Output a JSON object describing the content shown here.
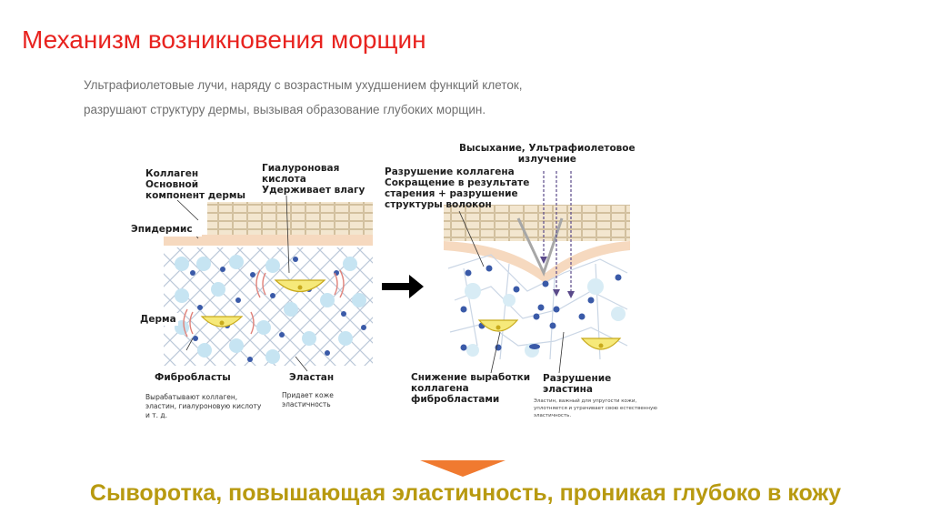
{
  "title": "Механизм возникновения морщин",
  "subtitle": {
    "line1": "Ультрафиолетовые лучи, наряду с возрастным ухудшением функций клеток,",
    "line2": "разрушают структуру дермы, вызывая образование глубоких морщин."
  },
  "left_panel": {
    "collagen": "Коллаген\nОсновной\nкомпонент дермы",
    "hyaluronic": "Гиалуроновая\nкислота\nУдерживает влагу",
    "epidermis": "Эпидермис",
    "dermis": "Дерма",
    "fibroblasts": "Фибробласты",
    "fibroblasts_desc": "Вырабатывают коллаген,\nэластин, гиалуроновую кислоту\nи т. д.",
    "elastan": "Эластан",
    "elastan_desc": "Придает коже\nэластичность"
  },
  "right_panel": {
    "dryness_uv": "Высыхание, Ультрафиолетовое\nизлучение",
    "collagen_destruction": "Разрушение коллагена\nСокращение в результате\nстарения + разрушение\nструктуры волокон",
    "reduced_production": "Снижение выработки\nколлагена\nфибробластами",
    "elastin_destruction": "Разрушение\nэластина",
    "elastin_desc": "Эластин, важный для упругости кожи,\nуплотняется и утрачивает свою естественную\nэластичность."
  },
  "conclusion": "Сыворотка, повышающая эластичность, проникая глубоко в кожу",
  "colors": {
    "title": "#e8231f",
    "conclusion": "#b89a10",
    "arrow_orange": "#f07a30",
    "dot_blue": "#3a5aa8",
    "cell_light_blue": "#c6e4f2",
    "fibroblast_yellow": "#f6e97a",
    "epidermis_beige": "#f0dcc0"
  }
}
